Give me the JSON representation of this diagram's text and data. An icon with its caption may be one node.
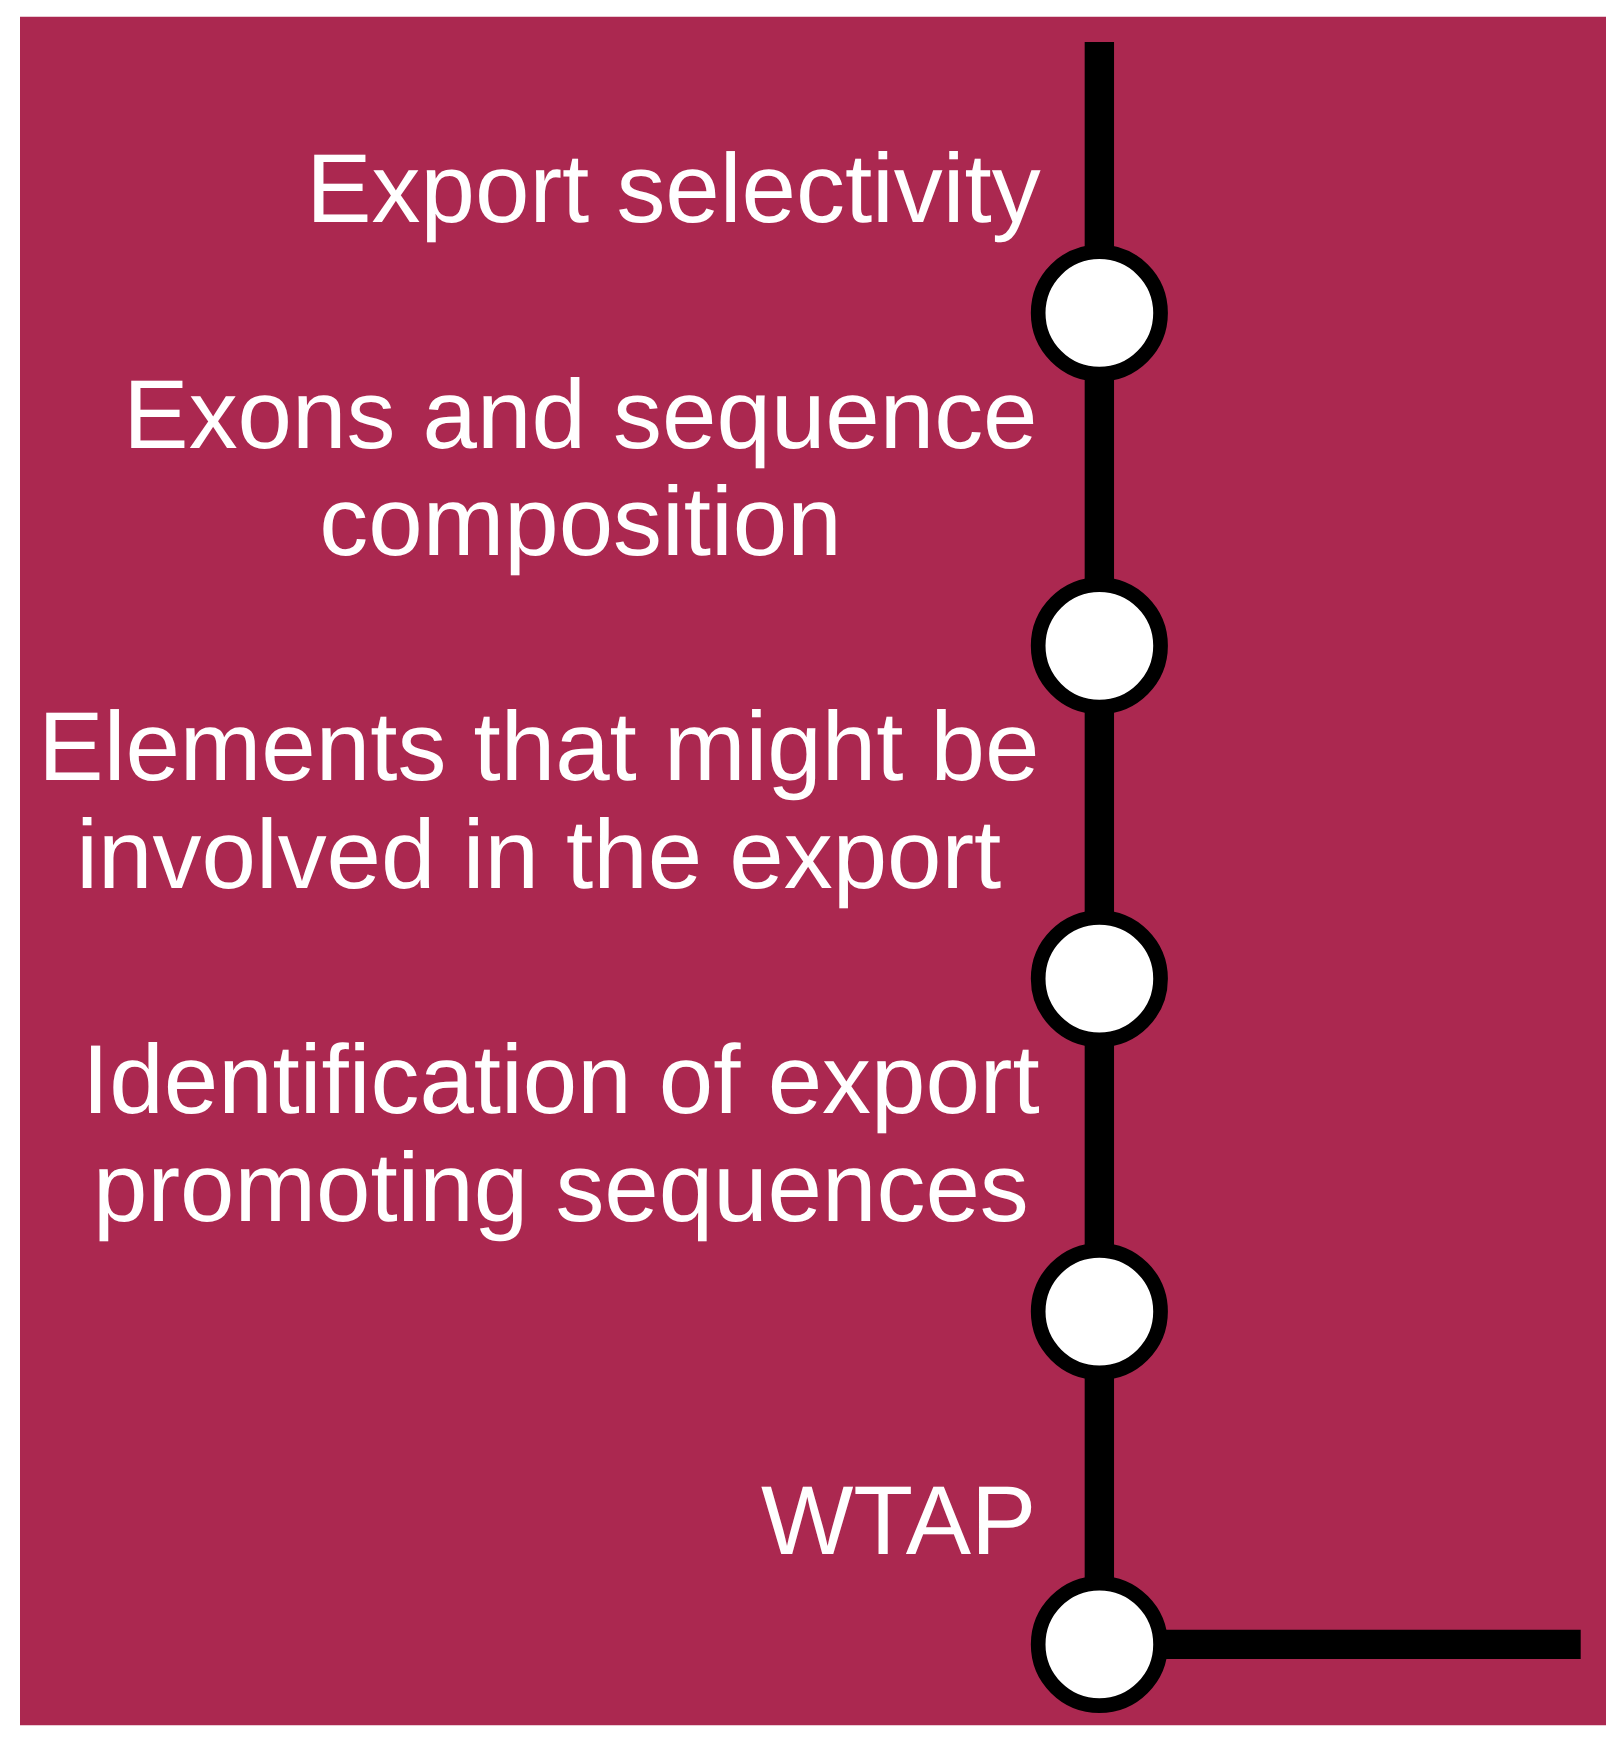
{
  "diagram": {
    "nodes": [
      {
        "text": [],
        "shape": "circle",
        "beside": [
          "Export selectivity"
        ]
      },
      {
        "text": [],
        "shape": "circle",
        "beside": [
          "Exons and sequence composition"
        ]
      },
      {
        "text": [],
        "shape": "circle",
        "beside": [
          "Elements that might be involved in the export"
        ]
      },
      {
        "text": [],
        "shape": "circle",
        "beside": [
          "Identification of export promoting sequences"
        ]
      },
      {
        "text": [],
        "shape": "circle",
        "beside": [
          "WTAP"
        ]
      }
    ],
    "edges": [
      {
        "from": null,
        "to": 0,
        "arrow": "none"
      },
      {
        "from": 0,
        "to": 1,
        "arrow": "none"
      },
      {
        "from": 1,
        "to": 2,
        "arrow": "none"
      },
      {
        "from": 2,
        "to": 3,
        "arrow": "none"
      },
      {
        "from": 3,
        "to": 4,
        "arrow": "none"
      },
      {
        "from": 4,
        "to": null,
        "arrow": "none"
      }
    ]
  }
}
